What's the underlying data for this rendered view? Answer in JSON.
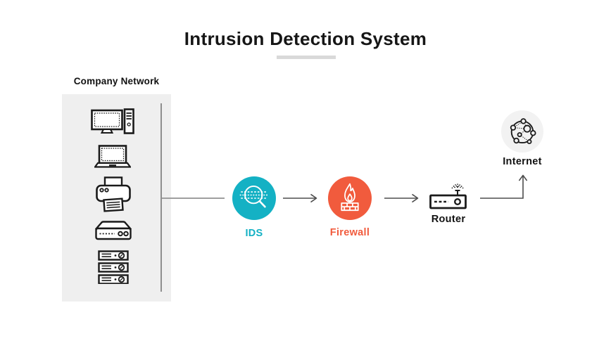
{
  "title": "Intrusion Detection System",
  "company_network": {
    "label": "Company Network",
    "devices": [
      "desktop-computer",
      "laptop",
      "printer",
      "network-switch",
      "server-rack"
    ]
  },
  "nodes": [
    {
      "id": "ids",
      "label": "IDS",
      "icon": "magnifier-scan-icon",
      "color": "#14b1c4"
    },
    {
      "id": "firewall",
      "label": "Firewall",
      "icon": "flame-brick-wall-icon",
      "color": "#f15b3d"
    },
    {
      "id": "router",
      "label": "Router",
      "icon": "router-icon",
      "color": "#111111"
    },
    {
      "id": "internet",
      "label": "Internet",
      "icon": "network-globe-icon",
      "color": "#111111"
    }
  ],
  "colors": {
    "teal": "#14b1c4",
    "orange": "#f15b3d",
    "panel_bg": "#efefef",
    "internet_bg": "#f2f2f2",
    "arrow": "#4d4d4d",
    "connector_gray": "#9e9e9e",
    "underline_gray": "#d9d9d9",
    "text": "#161616"
  }
}
